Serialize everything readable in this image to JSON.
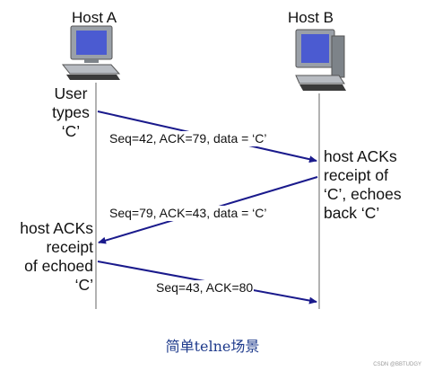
{
  "hosts": {
    "a": {
      "label": "Host A"
    },
    "b": {
      "label": "Host B"
    }
  },
  "left_notes": {
    "user_types": [
      "User",
      "types",
      "‘C’"
    ],
    "host_acks_echo": [
      "host ACKs",
      "receipt",
      "of echoed",
      "‘C’"
    ]
  },
  "right_notes": {
    "host_acks_receipt": [
      "host ACKs",
      "receipt of",
      "‘C’, echoes",
      "back ‘C’"
    ]
  },
  "segments": [
    {
      "label": "Seq=42, ACK=79, data = ‘C’"
    },
    {
      "label": "Seq=79, ACK=43, data = ‘C’"
    },
    {
      "label": "Seq=43, ACK=80"
    }
  ],
  "caption": "简单telne场景",
  "watermark": "CSDN @BBTUDGY",
  "colors": {
    "arrow": "#1a1a8c",
    "timeline": "#888888",
    "caption": "#1f3b8c"
  }
}
